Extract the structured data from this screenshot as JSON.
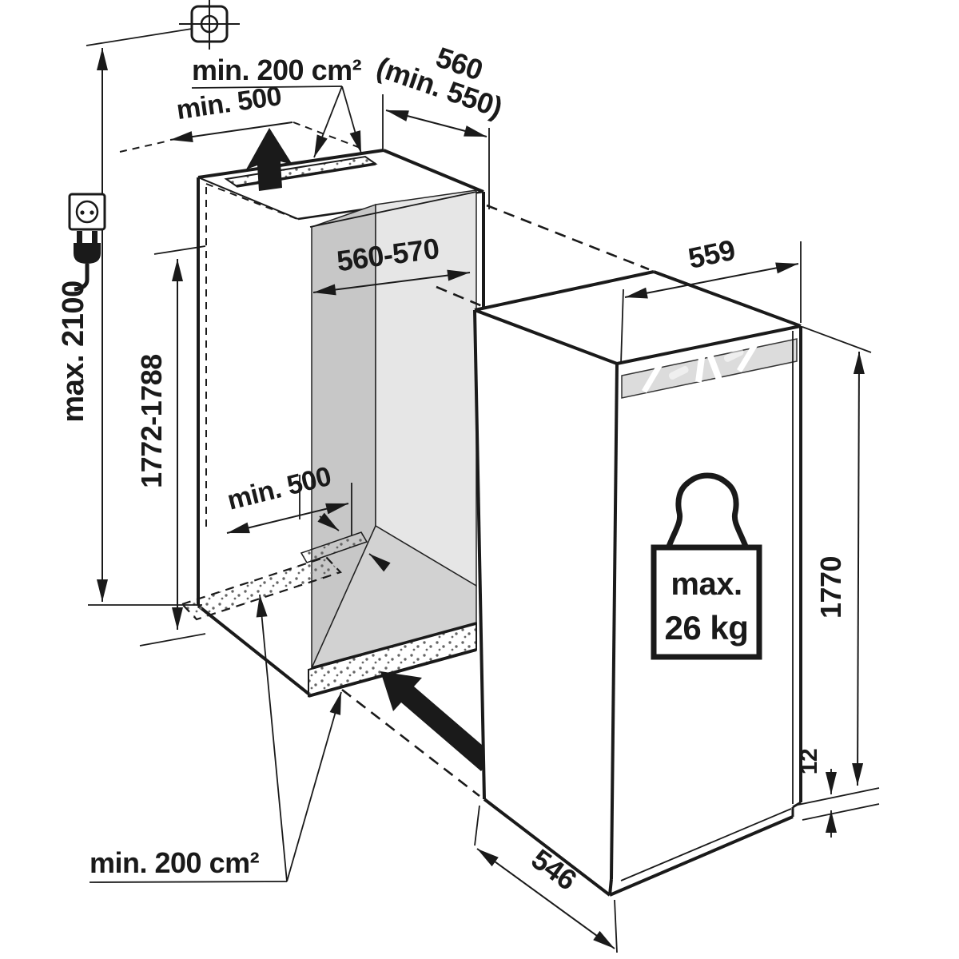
{
  "diagram": {
    "type": "built-in-appliance-installation-drawing",
    "labels": {
      "top_vent_area": "min. 200 cm²",
      "top_clearance": "min. 500",
      "niche_depth": "560",
      "niche_depth_min": "(min. 550)",
      "max_total_height": "max. 2100",
      "niche_height": "1772-1788",
      "niche_width": "560-570",
      "floor_clearance": "min. 500",
      "appliance_width": "559",
      "appliance_height": "1770",
      "plinth_height": "12",
      "appliance_depth": "546",
      "bottom_vent_area": "min. 200 cm²",
      "door_weight_line1": "max.",
      "door_weight_line2": "26 kg"
    },
    "icons": {
      "datum_crosshair": "alignment-crosshair",
      "power_socket": "socket-outlet",
      "power_plug": "mains-plug",
      "weight": "max-door-weight"
    },
    "colors": {
      "line": "#1a1a1a",
      "wall_side": "#c7c7c7",
      "wall_back": "#e6e6e6",
      "floor": "#d2d2d2",
      "hinge": "#dcdcdc"
    }
  }
}
